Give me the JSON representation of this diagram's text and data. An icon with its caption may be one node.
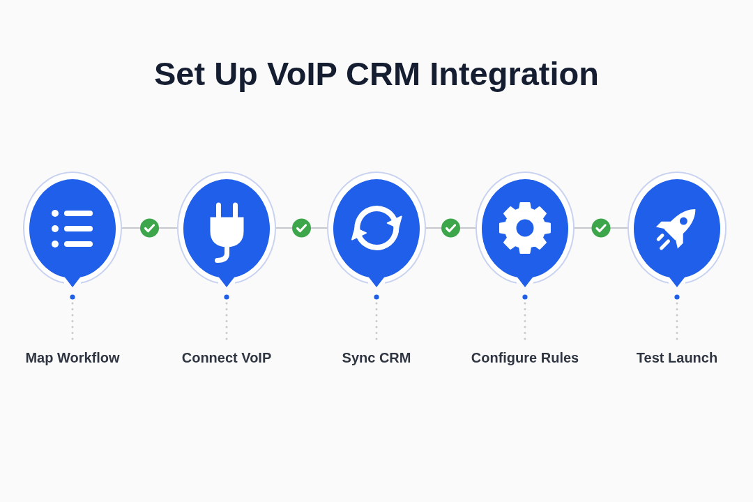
{
  "diagram": {
    "title": "Set Up VoIP CRM Integration",
    "nodes": [
      {
        "text": [],
        "shape": "circle"
      },
      {
        "text": [],
        "shape": "circle"
      },
      {
        "text": [],
        "shape": "circle"
      },
      {
        "text": [],
        "shape": "circle"
      },
      {
        "text": [],
        "shape": "circle"
      },
      {
        "text": [
          "Map Workflow"
        ]
      },
      {
        "text": [
          "Connect VoIP"
        ]
      },
      {
        "text": [
          "Sync CRM"
        ]
      },
      {
        "text": [
          "Configure Rules"
        ]
      },
      {
        "text": [
          "Test Launch"
        ]
      }
    ],
    "edges": [
      {
        "from": 0,
        "to": 1,
        "arrow": "none"
      },
      {
        "from": 1,
        "to": 2,
        "arrow": "none"
      },
      {
        "from": 2,
        "to": 3,
        "arrow": "none"
      },
      {
        "from": 3,
        "to": 4,
        "arrow": "none"
      },
      {
        "from": 0,
        "to": 5,
        "arrow": "other",
        "style": "dashed"
      },
      {
        "from": 1,
        "to": 6,
        "arrow": "other",
        "style": "dashed"
      },
      {
        "from": 2,
        "to": 7,
        "arrow": "other",
        "style": "dashed"
      },
      {
        "from": 3,
        "to": 8,
        "arrow": "other",
        "style": "dashed"
      },
      {
        "from": 4,
        "to": 9,
        "arrow": "other",
        "style": "dashed"
      }
    ]
  }
}
